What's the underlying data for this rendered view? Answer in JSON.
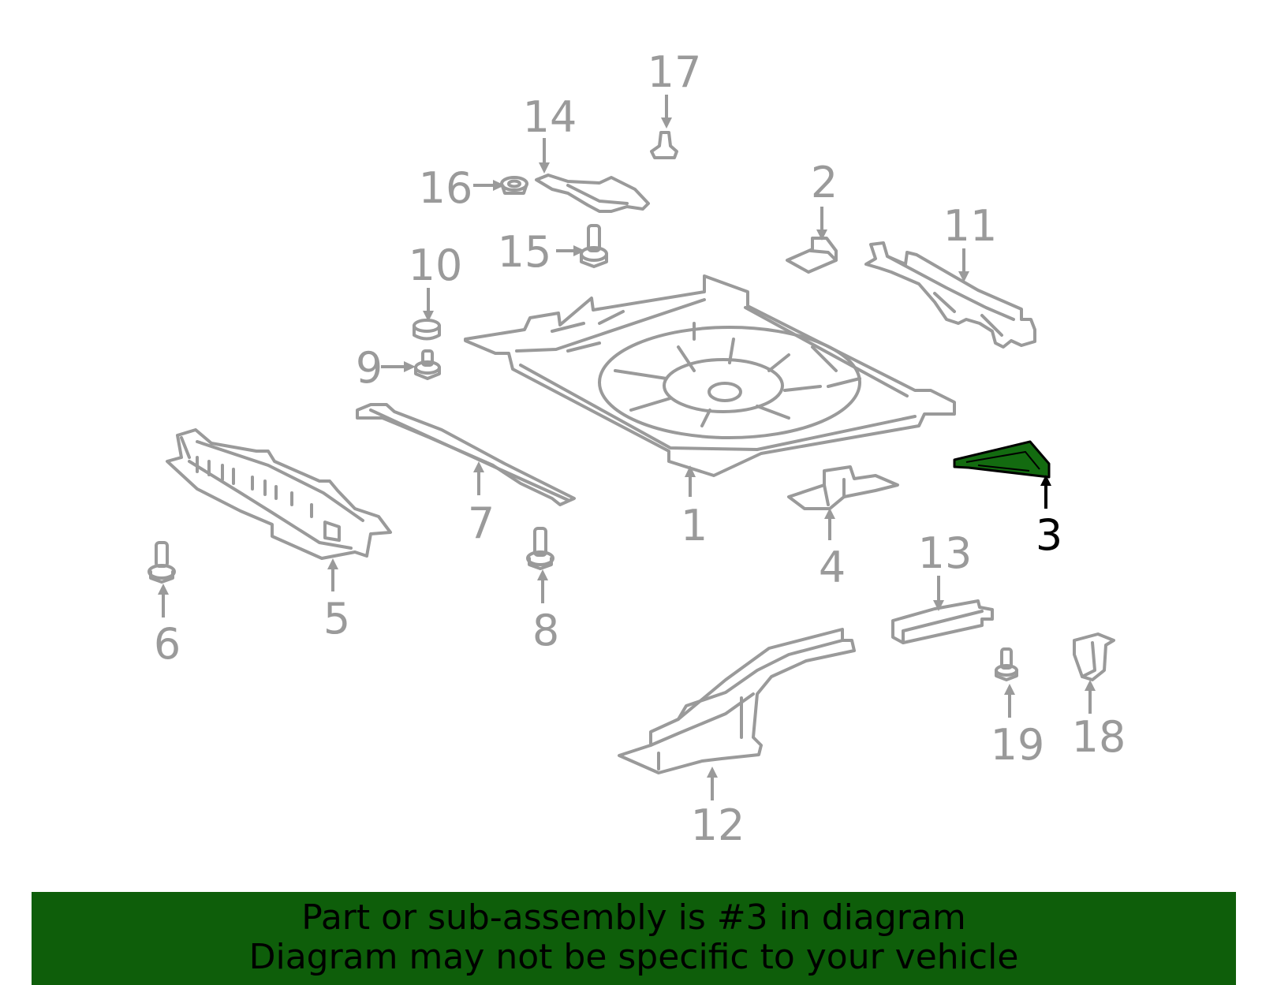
{
  "callouts": [
    {
      "num": "1"
    },
    {
      "num": "2"
    },
    {
      "num": "3"
    },
    {
      "num": "4"
    },
    {
      "num": "5"
    },
    {
      "num": "6"
    },
    {
      "num": "7"
    },
    {
      "num": "8"
    },
    {
      "num": "9"
    },
    {
      "num": "10"
    },
    {
      "num": "11"
    },
    {
      "num": "12"
    },
    {
      "num": "13"
    },
    {
      "num": "14"
    },
    {
      "num": "15"
    },
    {
      "num": "16"
    },
    {
      "num": "17"
    },
    {
      "num": "18"
    },
    {
      "num": "19"
    }
  ],
  "highlighted_part": "3",
  "colors": {
    "highlight_fill": "#136b10",
    "banner_bg": "#0e5e0a",
    "line_gray": "#9a9a9a"
  },
  "banner": {
    "line1": "Part or sub-assembly is #3 in diagram",
    "line2": "Diagram may not be specific to your vehicle"
  }
}
